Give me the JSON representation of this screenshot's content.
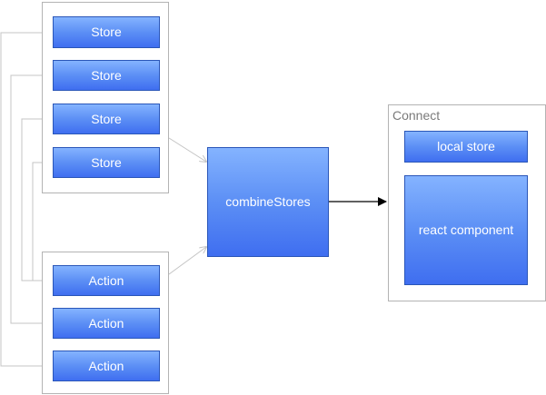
{
  "stores_group": {
    "stores": [
      "Store",
      "Store",
      "Store",
      "Store"
    ]
  },
  "actions_group": {
    "actions": [
      "Action",
      "Action",
      "Action"
    ]
  },
  "combine": {
    "label": "combineStores"
  },
  "connect_group": {
    "label": "Connect",
    "local_store": "local store",
    "component": "react component"
  },
  "colors": {
    "node_top": "#84b3ff",
    "node_bottom": "#3f6ef0",
    "node_border": "#2a56b8",
    "group_border": "#b3b3b3",
    "connector_gray": "#c4c4c4",
    "arrow_black": "#000000"
  }
}
